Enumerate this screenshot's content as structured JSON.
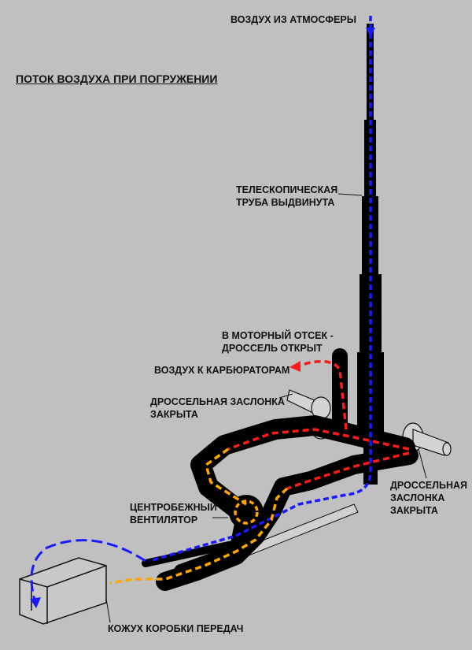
{
  "title": "ПОТОК ВОЗДУХА ПРИ ПОГРУЖЕНИИ",
  "labels": {
    "atmosphere": "ВОЗДУХ ИЗ АТМОСФЕРЫ",
    "telescope_1": "ТЕЛЕСКОПИЧЕСКАЯ",
    "telescope_2": "ТРУБА ВЫДВИНУТА",
    "engine_1": "В МОТОРНЫЙ ОТСЕК -",
    "engine_2": "ДРОССЕЛЬ ОТКРЫТ",
    "carburetors": "ВОЗДУХ К КАРБЮРАТОРАМ",
    "valve_left_1": "ДРОССЕЛЬНАЯ ЗАСЛОНКА",
    "valve_left_2": "ЗАКРЫТА",
    "fan_1": "ЦЕНТРОБЕЖНЫЙ",
    "fan_2": "ВЕНТИЛЯТОР",
    "valve_right_1": "ДРОССЕЛЬНАЯ",
    "valve_right_2": "ЗАСЛОНКА",
    "valve_right_3": "ЗАКРЫТА",
    "gearbox": "КОЖУХ КОРОБКИ ПЕРЕДАЧ"
  },
  "colors": {
    "background": "#c0c0c0",
    "pipe": "#000000",
    "atmosphere_flow": "#1a1aff",
    "carb_flow": "#ff1a1a",
    "fan_flow": "#ffa500"
  }
}
